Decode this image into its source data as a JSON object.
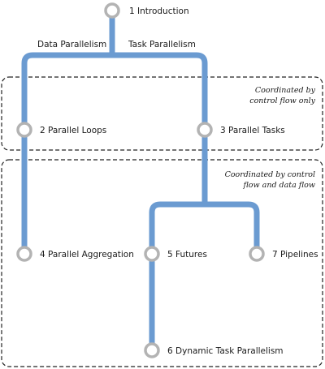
{
  "diagram": {
    "colors": {
      "track": "#6b9bd1",
      "node_stroke": "#b3b3b3",
      "node_fill": "#ffffff",
      "box_stroke": "#222222",
      "text": "#1a1a1a"
    },
    "branches": {
      "left": "Data Parallelism",
      "right": "Task Parallelism"
    },
    "groups": {
      "control_only": [
        "Coordinated by",
        "control flow only"
      ],
      "control_and_data": [
        "Coordinated by control",
        "flow and data flow"
      ]
    },
    "nodes": {
      "introduction": "1 Introduction",
      "parallel_loops": "2 Parallel Loops",
      "parallel_tasks": "3 Parallel Tasks",
      "parallel_aggregation": "4 Parallel Aggregation",
      "futures": "5 Futures",
      "dynamic_task_parallelism": "6 Dynamic Task Parallelism",
      "pipelines": "7 Pipelines"
    }
  }
}
